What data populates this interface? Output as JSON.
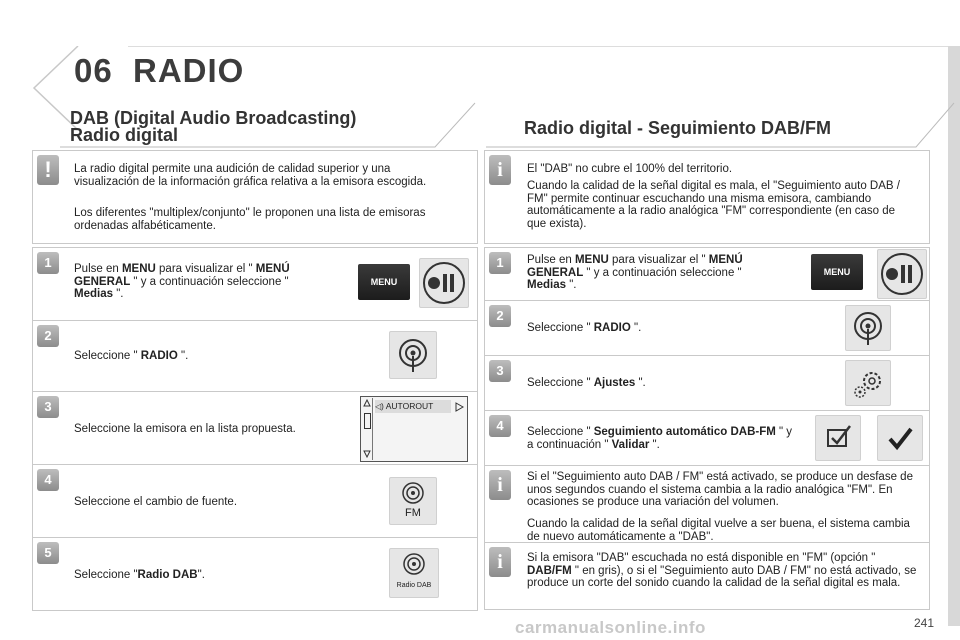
{
  "chapter": {
    "number": "06",
    "title": "RADIO"
  },
  "left": {
    "title_line1": "DAB (Digital Audio Broadcasting)",
    "title_line2": "Radio digital",
    "note": {
      "p1": "La radio digital permite una audición de calidad superior y una visualización de la información gráfica relativa a la emisora escogida.",
      "p2": "Los diferentes \"multiplex/conjunto\" le proponen una lista de emisoras ordenadas alfabéticamente."
    },
    "steps": [
      {
        "badge": "1",
        "pre": "Pulse en ",
        "b1": "MENU",
        "mid": " para visualizar el \" ",
        "b2": "MENÚ GENERAL",
        "mid2": " \" y a continuación seleccione \" ",
        "b3": "Medias",
        "post": " \"."
      },
      {
        "badge": "2",
        "pre": "Seleccione \" ",
        "b1": "RADIO",
        "post": " \"."
      },
      {
        "badge": "3",
        "text": "Seleccione la emisora en la lista propuesta."
      },
      {
        "badge": "4",
        "text": "Seleccione el cambio de fuente."
      },
      {
        "badge": "5",
        "pre": "Seleccione \"",
        "b1": "Radio DAB",
        "post": "\"."
      }
    ],
    "menu_label": "MENU",
    "autorout_label": "AUTOROUT",
    "fm_label": "FM",
    "radiodab_label": "Radio DAB"
  },
  "right": {
    "title": "Radio digital - Seguimiento DAB/FM",
    "info1": {
      "p1": "El \"DAB\" no cubre el 100% del territorio.",
      "p2": "Cuando la calidad de la señal digital es mala, el \"Seguimiento auto DAB / FM\" permite continuar escuchando una misma emisora, cambiando automáticamente a la radio analógica \"FM\" correspondiente (en caso de que exista)."
    },
    "steps": [
      {
        "badge": "1",
        "pre": "Pulse en ",
        "b1": "MENU",
        "mid": " para visualizar el \" ",
        "b2": "MENÚ GENERAL",
        "mid2": " \" y a continuación seleccione \" ",
        "b3": "Medias",
        "post": " \"."
      },
      {
        "badge": "2",
        "pre": "Seleccione \" ",
        "b1": "RADIO",
        "post": " \"."
      },
      {
        "badge": "3",
        "pre": "Seleccione \" ",
        "b1": "Ajustes",
        "post": " \"."
      },
      {
        "badge": "4",
        "pre": "Seleccione \" ",
        "b1": "Seguimiento automático DAB-FM",
        "mid": " \" y a continuación \" ",
        "b2": "Validar",
        "post": " \"."
      }
    ],
    "menu_label": "MENU",
    "info2": {
      "p1": "Si el \"Seguimiento auto DAB / FM\" está activado, se produce un desfase de unos segundos cuando el sistema cambia a la radio analógica \"FM\". En ocasiones se produce una variación del volumen.",
      "p2": "Cuando la calidad de la señal digital vuelve a ser buena, el sistema cambia de nuevo automáticamente a \"DAB\"."
    },
    "info3": {
      "pre": "Si la emisora \"DAB\" escuchada no está disponible en \"FM\" (opción \" ",
      "b1": "DAB/FM",
      "post": " \" en gris), o si el \"Seguimiento auto DAB / FM\" no está activado, se produce un corte del sonido cuando la calidad de la señal digital es mala."
    }
  },
  "page_number": "241",
  "watermark": "carmanualsonline.info",
  "colors": {
    "badge": "#9a9a9a",
    "text": "#222222",
    "border": "#c9c9c9",
    "sidebar": "#d8d8d8"
  }
}
